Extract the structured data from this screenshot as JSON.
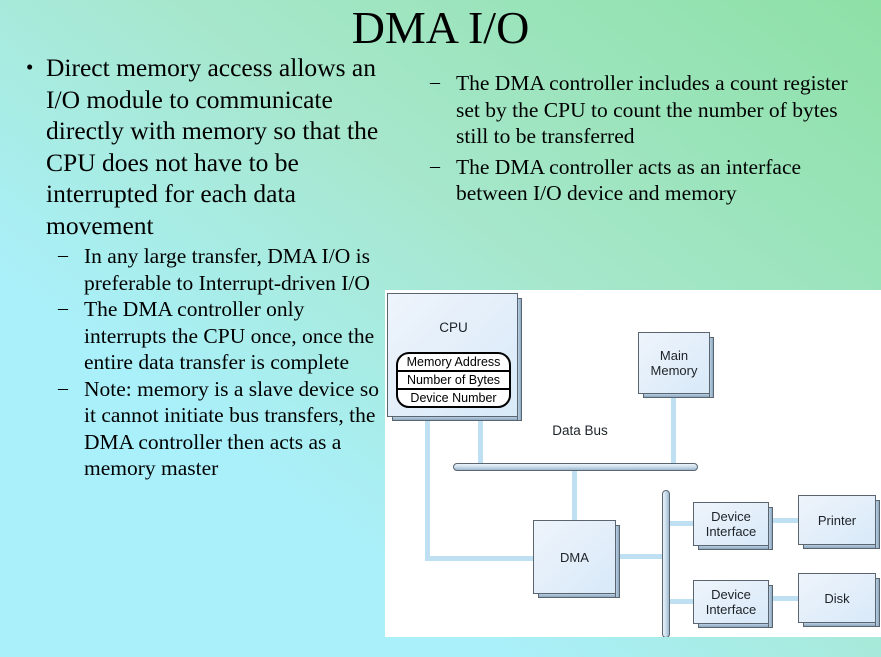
{
  "slide": {
    "title": "DMA I/O"
  },
  "left_column": {
    "bullets": [
      {
        "level": 1,
        "marker": "•",
        "text": "Direct memory access allows an I/O module to communicate directly with memory so that the CPU does not have to be interrupted for each data movement"
      }
    ],
    "subbullets": [
      {
        "level": 2,
        "marker": "–",
        "text": "In any large transfer, DMA I/O is preferable to Interrupt-driven I/O"
      },
      {
        "level": 2,
        "marker": "–",
        "text": "The DMA controller only interrupts the CPU once, once the entire data transfer is complete"
      },
      {
        "level": 2,
        "marker": "–",
        "text": "Note:  memory is a slave device so it cannot initiate bus transfers, the DMA controller then acts as a memory master"
      }
    ]
  },
  "right_column": {
    "subbullets": [
      {
        "level": 2,
        "marker": "–",
        "text": "The DMA controller includes a count register set by the CPU to count the number of bytes still to be transferred"
      },
      {
        "level": 2,
        "marker": "–",
        "text": "The DMA controller acts as an interface between I/O device and memory"
      }
    ]
  },
  "diagram": {
    "cpu": {
      "label": "CPU",
      "registers": [
        "Memory Address",
        "Number of Bytes",
        "Device Number"
      ]
    },
    "main_memory": {
      "line1": "Main",
      "line2": "Memory"
    },
    "data_bus": {
      "line1": "Data",
      "line2": "Bus"
    },
    "dma": {
      "label": "DMA"
    },
    "device_interface_1": {
      "line1": "Device",
      "line2": "Interface"
    },
    "device_interface_2": {
      "line1": "Device",
      "line2": "Interface"
    },
    "printer": {
      "label": "Printer"
    },
    "disk": {
      "label": "Disk"
    }
  },
  "colors": {
    "background_start": "#aaf0fb",
    "background_end": "#8de0a6",
    "panel": "#ffffff",
    "box_fill": "#e2eefa",
    "box_stroke": "#5a6570",
    "wire": "#bfdff3",
    "text": "#000000"
  }
}
